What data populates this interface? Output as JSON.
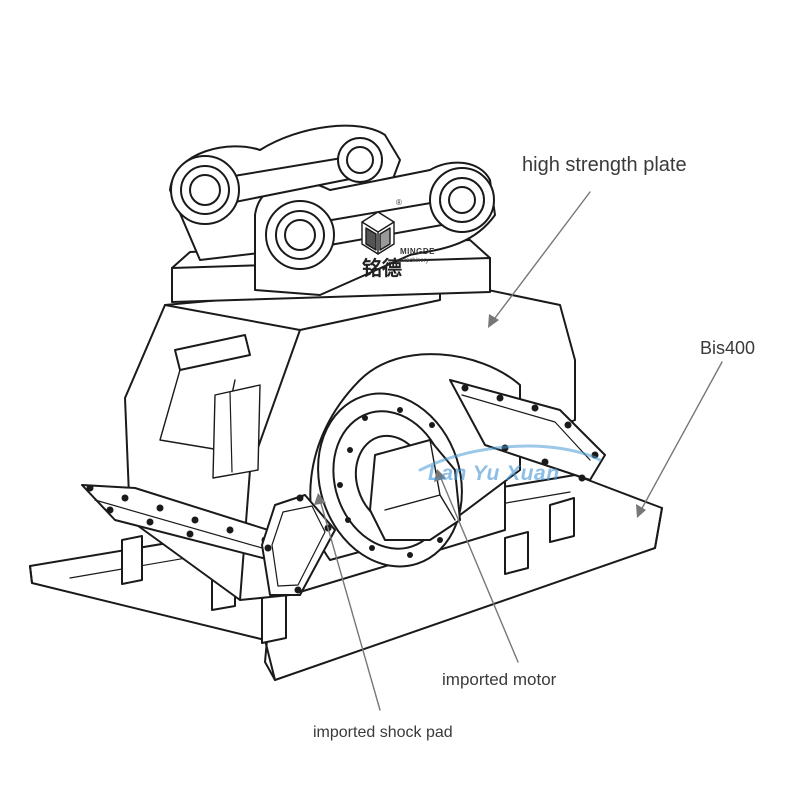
{
  "callouts": {
    "plate": "high strength plate",
    "material": "Bis400",
    "motor": "imported motor",
    "shock_pad": "imported shock pad"
  },
  "logo": {
    "chinese": "铭德",
    "brand": "MINGDE",
    "subtitle": "Machinery",
    "registered": "®"
  },
  "watermark": "Lan Yu Xuan",
  "colors": {
    "line": "#1a1a1a",
    "leader": "#777777",
    "label": "#3a3a3a",
    "watermark": "#4a9ad6"
  }
}
